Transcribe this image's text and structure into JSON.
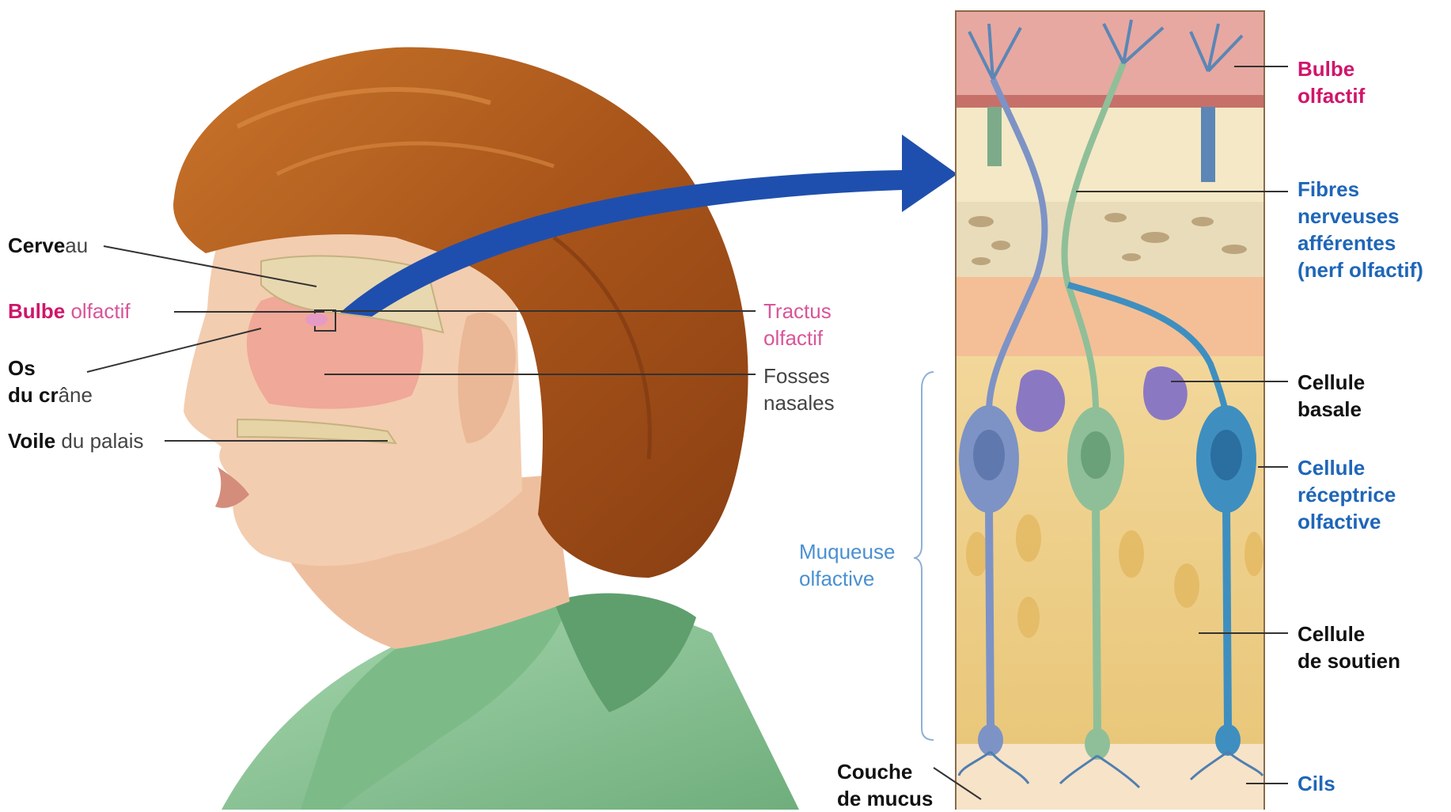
{
  "labels": {
    "cerveau": {
      "bold": "Cerve",
      "rest": "au"
    },
    "bulbe_left": {
      "bold": "Bulbe",
      "rest": " olfactif"
    },
    "os_crane": {
      "line1": "Os",
      "line2_bold": "du cr",
      "line2_rest": "âne"
    },
    "voile_palais": {
      "bold": "Voile",
      "rest": " du palais"
    },
    "tractus": {
      "line1": "Tractus",
      "line2": "olfactif"
    },
    "fosses": {
      "line1": "Fosses",
      "line2": "nasales"
    },
    "muqueuse": {
      "line1": "Muqueuse",
      "line2": "olfactive"
    },
    "couche_mucus": {
      "line1": "Couche",
      "line2": "de mucus"
    },
    "bulbe_right": {
      "line1": "Bulbe",
      "line2": "olfactif"
    },
    "fibres": {
      "line1": "Fibres",
      "line2": "nerveuses",
      "line3": "afférentes",
      "line4": "(nerf olfactif)"
    },
    "cellule_basale": {
      "line1": "Cellule",
      "line2": "basale"
    },
    "cellule_receptrice": {
      "line1": "Cellule",
      "line2": "réceptrice",
      "line3": "olfactive"
    },
    "cellule_soutien": {
      "line1": "Cellule",
      "line2": "de soutien"
    },
    "cils": {
      "line1": "Cils"
    }
  },
  "colors": {
    "pink_label": "#d0156a",
    "rose_label": "#d9559a",
    "blue_label": "#1f66b8",
    "light_blue_label": "#4a90d0",
    "arrow": "#1f4fae",
    "hair": "#b8621f",
    "skin": "#f3cdb0",
    "shirt": "#8fc79a"
  }
}
